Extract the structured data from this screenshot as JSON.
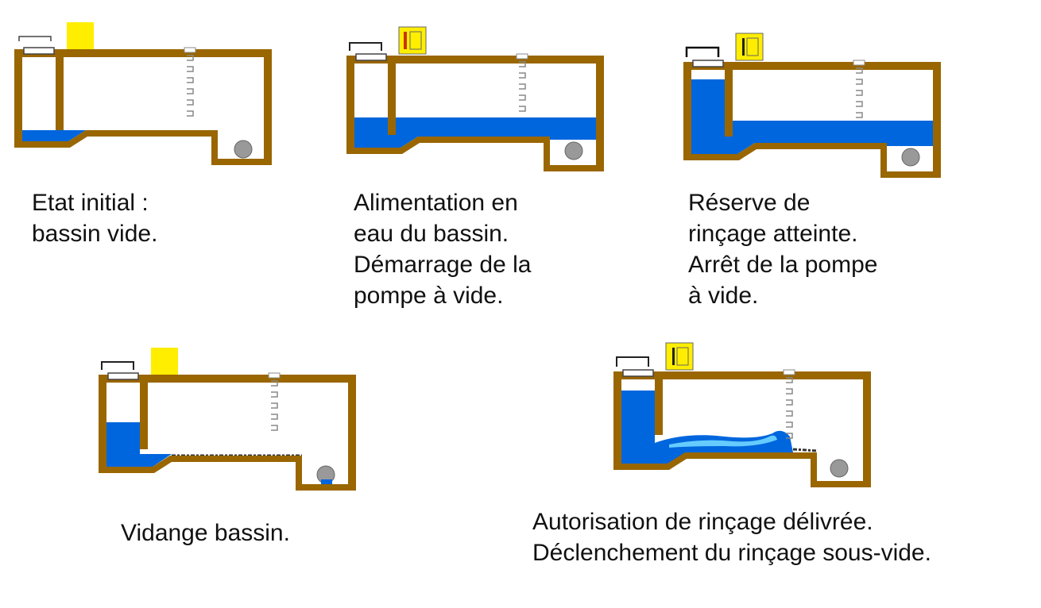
{
  "colors": {
    "wall": "#996600",
    "water": "#0066dd",
    "water_foam": "#66ccff",
    "valve": "#ffee00",
    "roller": "#999999",
    "text": "#111111"
  },
  "stages": [
    {
      "id": "stage-1",
      "state": "empty",
      "caption": [
        "Etat initial :",
        "bassin vide."
      ]
    },
    {
      "id": "stage-2",
      "state": "filling",
      "caption": [
        "Alimentation en",
        "eau du bassin.",
        "Démarrage de la",
        "pompe à vide."
      ]
    },
    {
      "id": "stage-3",
      "state": "reserve-reached",
      "caption": [
        "Réserve de",
        "rinçage atteinte.",
        "Arrêt de la pompe",
        "à vide."
      ]
    },
    {
      "id": "stage-4",
      "state": "draining",
      "caption": [
        "Vidange bassin."
      ]
    },
    {
      "id": "stage-5",
      "state": "flushing",
      "caption": [
        "Autorisation de rinçage délivrée.",
        "Déclenchement du rinçage sous-vide."
      ]
    }
  ]
}
